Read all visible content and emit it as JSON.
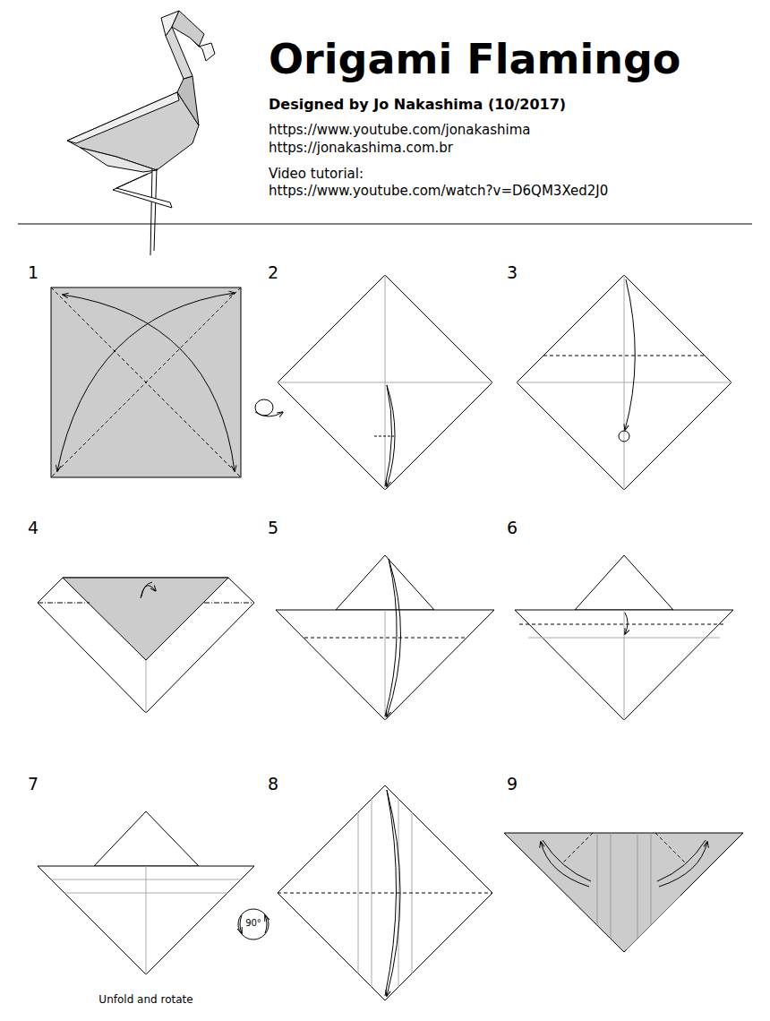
{
  "diagram": {
    "title": "Origami Flamingo",
    "labels": [
      "Designed by Jo Nakashima (10/2017)",
      "https://www.youtube.com/jonakashima",
      "https://jonakashima.com.br",
      "Video tutorial:",
      "https://www.youtube.com/watch?v=D6QM3Xed2J0",
      "1",
      "2",
      "3",
      "4",
      "5",
      "6",
      "7",
      "8",
      "9",
      "90°",
      "Unfold and rotate"
    ]
  }
}
